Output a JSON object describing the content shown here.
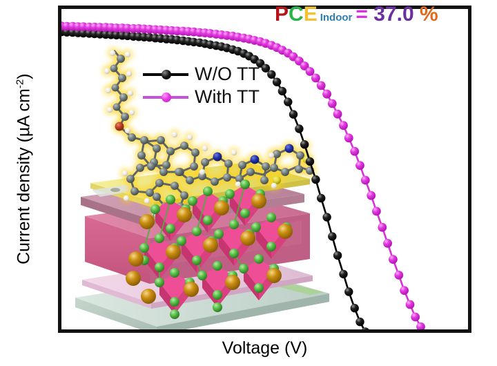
{
  "figure": {
    "annotation": {
      "p": "P",
      "c": "C",
      "e": "E",
      "subscript": "Indoor",
      "equals": "=",
      "value": "37.0",
      "percent": "%"
    },
    "axes": {
      "x_label": "Voltage (V)",
      "y_label_main": "Current density (µA cm",
      "y_label_exp": "-2",
      "y_label_close": ")"
    },
    "legend": {
      "items": [
        {
          "label": "W/O TT",
          "color": "#000000",
          "marker": "filled-circle-black"
        },
        {
          "label": "With TT",
          "color": "#d633d6",
          "marker": "filled-circle-magenta"
        }
      ]
    },
    "inset": {
      "name": "perovskite-solar-cell-device-schematic",
      "elements": [
        "organic-molecule-hole-transport-layer",
        "perovskite-crystal-lattice",
        "gold-electrode-layer",
        "perovskite-absorber-layer",
        "electron-transport-layer",
        "glass-ito-substrate"
      ],
      "colors": {
        "molecule_glow": "#ffd21f",
        "molecule_carbon": "#6f7b7b",
        "molecule_hydrogen": "#f2f2ee",
        "molecule_nitrogen": "#1a2fa8",
        "molecule_oxygen": "#c0392b",
        "molecule_sulfur": "#e8e43a",
        "octahedron": "#e83f87",
        "a_site_cation": "#c98a10",
        "halide": "#5fc04a",
        "absorber_layer": "#cf5d86",
        "top_layer": "#c88fa6",
        "etl_layer": "#e9c6de",
        "substrate": "#b3c6bd",
        "electrode": "#e8dd6a"
      }
    }
  },
  "chart_data": {
    "type": "line",
    "title": "",
    "xlabel": "Voltage (V)",
    "ylabel": "Current density (µA cm-2)",
    "xlim": [
      0,
      1
    ],
    "ylim": [
      0,
      1
    ],
    "grid": false,
    "legend_position": "upper-left-inside",
    "note": "Indoor J-V curves; axes are unlabeled (no tick values shown in figure). Values below are normalized fractions of the plotted frame: x from left axis (0) to right frame (1), y from bottom axis (0) to top frame (1).",
    "series": [
      {
        "name": "W/O TT",
        "color": "#000000",
        "x": [
          0.0,
          0.013,
          0.027,
          0.04,
          0.053,
          0.067,
          0.08,
          0.093,
          0.107,
          0.12,
          0.133,
          0.147,
          0.16,
          0.174,
          0.187,
          0.2,
          0.213,
          0.227,
          0.24,
          0.254,
          0.267,
          0.28,
          0.294,
          0.307,
          0.32,
          0.334,
          0.347,
          0.36,
          0.374,
          0.387,
          0.4,
          0.414,
          0.427,
          0.441,
          0.454,
          0.467,
          0.481,
          0.494,
          0.508,
          0.521,
          0.534,
          0.548,
          0.561,
          0.575,
          0.588,
          0.601,
          0.615,
          0.628,
          0.642,
          0.655,
          0.668,
          0.682,
          0.695,
          0.709,
          0.722,
          0.735,
          0.749,
          0.762,
          0.769
        ],
        "y": [
          0.93,
          0.929,
          0.928,
          0.927,
          0.926,
          0.925,
          0.924,
          0.923,
          0.922,
          0.921,
          0.92,
          0.919,
          0.918,
          0.916,
          0.915,
          0.914,
          0.913,
          0.911,
          0.91,
          0.908,
          0.907,
          0.905,
          0.903,
          0.901,
          0.899,
          0.897,
          0.894,
          0.891,
          0.888,
          0.885,
          0.881,
          0.876,
          0.871,
          0.864,
          0.856,
          0.846,
          0.834,
          0.819,
          0.8,
          0.777,
          0.749,
          0.716,
          0.678,
          0.634,
          0.586,
          0.534,
          0.479,
          0.422,
          0.364,
          0.305,
          0.247,
          0.19,
          0.136,
          0.086,
          0.044,
          0.014,
          0.0,
          0.0,
          0.0
        ]
      },
      {
        "name": "With TT",
        "color": "#d633d6",
        "x": [
          0.0,
          0.013,
          0.027,
          0.04,
          0.053,
          0.067,
          0.08,
          0.093,
          0.107,
          0.12,
          0.133,
          0.147,
          0.16,
          0.174,
          0.187,
          0.2,
          0.213,
          0.227,
          0.24,
          0.254,
          0.267,
          0.28,
          0.294,
          0.307,
          0.32,
          0.334,
          0.347,
          0.36,
          0.374,
          0.387,
          0.4,
          0.414,
          0.427,
          0.441,
          0.454,
          0.467,
          0.481,
          0.494,
          0.508,
          0.521,
          0.534,
          0.548,
          0.561,
          0.575,
          0.588,
          0.601,
          0.615,
          0.628,
          0.642,
          0.655,
          0.668,
          0.682,
          0.695,
          0.709,
          0.722,
          0.735,
          0.749,
          0.762,
          0.776,
          0.789,
          0.802,
          0.816,
          0.829,
          0.843,
          0.856,
          0.869,
          0.883,
          0.896,
          0.903
        ],
        "y": [
          0.948,
          0.947,
          0.947,
          0.946,
          0.946,
          0.945,
          0.945,
          0.944,
          0.944,
          0.943,
          0.942,
          0.942,
          0.941,
          0.94,
          0.94,
          0.939,
          0.938,
          0.937,
          0.936,
          0.935,
          0.934,
          0.933,
          0.932,
          0.931,
          0.93,
          0.928,
          0.927,
          0.925,
          0.923,
          0.921,
          0.919,
          0.917,
          0.914,
          0.911,
          0.908,
          0.904,
          0.9,
          0.895,
          0.889,
          0.882,
          0.874,
          0.865,
          0.854,
          0.841,
          0.826,
          0.809,
          0.789,
          0.766,
          0.74,
          0.711,
          0.679,
          0.644,
          0.606,
          0.565,
          0.522,
          0.477,
          0.43,
          0.382,
          0.333,
          0.284,
          0.235,
          0.187,
          0.14,
          0.097,
          0.059,
          0.029,
          0.008,
          0.0,
          0.0
        ]
      }
    ]
  }
}
